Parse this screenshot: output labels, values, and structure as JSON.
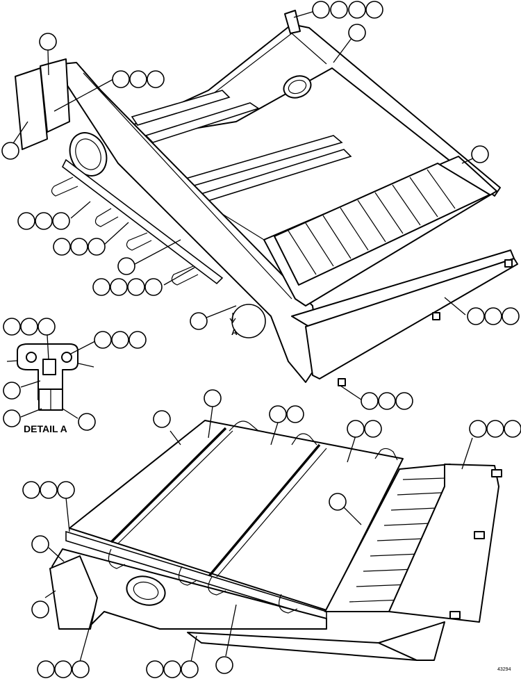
{
  "labels": {
    "detail": "DETAIL A",
    "view": "A",
    "drawing_id": "43294"
  },
  "colors": {
    "line": "#000000",
    "background": "#ffffff"
  }
}
